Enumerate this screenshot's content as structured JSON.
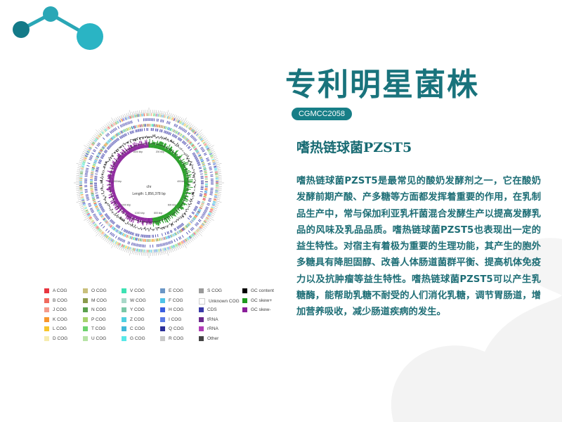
{
  "header": {
    "title": "专利明星菌株",
    "badge": "CGMCC2058"
  },
  "strain_name": "嗜热链球菌PZST5",
  "description": "嗜热链球菌PZST5是最常见的酸奶发酵剂之一，它在酸奶发酵前期产酸、产多糖等方面都发挥着重要的作用，在乳制品生产中，常与保加利亚乳杆菌混合发酵生产以提高发酵乳品的风味及乳品品质。嗜热链球菌PZST5也表现出一定的益生特性。对宿主有着极为重要的生理功能，其产生的胞外多糖具有降胆固醇、改善人体肠道菌群平衡、提高机体免疫力以及抗肿瘤等益生特性。嗜热链球菌PZST5可以产生乳糖酶，能帮助乳糖不耐受的人们消化乳糖，调节胃肠道，增加营养吸收，减少肠道疾病的发生。",
  "genome_map": {
    "center_label": "chr",
    "length_label": "Length: 1,856,378 bp",
    "scale_labels": [
      "1600 kbp",
      "200 kbp",
      "1400 kbp",
      "400 kbp",
      "1200 kbp",
      "600 kbp",
      "1000 kbp",
      "800 kbp"
    ]
  },
  "legend": {
    "columns": [
      [
        {
          "label": "A COG",
          "color": "#e8353f"
        },
        {
          "label": "B COG",
          "color": "#f06a5e"
        },
        {
          "label": "J COG",
          "color": "#f49a8a"
        },
        {
          "label": "K COG",
          "color": "#f7962c"
        },
        {
          "label": "L COG",
          "color": "#f7c52c"
        },
        {
          "label": "D COG",
          "color": "#f6ecb0"
        }
      ],
      [
        {
          "label": "O COG",
          "color": "#c9c07c"
        },
        {
          "label": "M COG",
          "color": "#8a9a4c"
        },
        {
          "label": "N COG",
          "color": "#5aa04e"
        },
        {
          "label": "P COG",
          "color": "#a7d26e"
        },
        {
          "label": "T COG",
          "color": "#6ed36e"
        },
        {
          "label": "U COG",
          "color": "#b7e3a6"
        }
      ],
      [
        {
          "label": "V COG",
          "color": "#3de2b3"
        },
        {
          "label": "W COG",
          "color": "#a8d8c8"
        },
        {
          "label": "Y COG",
          "color": "#7ac7a7"
        },
        {
          "label": "Z COG",
          "color": "#4fd0e0"
        },
        {
          "label": "C COG",
          "color": "#3fb8d8"
        },
        {
          "label": "G COG",
          "color": "#58e8e8"
        }
      ],
      [
        {
          "label": "E COG",
          "color": "#6b97c6"
        },
        {
          "label": "F COG",
          "color": "#4fc3e8"
        },
        {
          "label": "H COG",
          "color": "#3a5de0"
        },
        {
          "label": "I COG",
          "color": "#5a7ae6"
        },
        {
          "label": "Q COG",
          "color": "#2b2f98"
        },
        {
          "label": "R COG",
          "color": "#c9c9c9"
        }
      ],
      [
        {
          "label": "S COG",
          "color": "#9a9a9a"
        },
        {
          "label": "Unknown COG",
          "color": "#ffffff"
        },
        {
          "label": "CDS",
          "color": "#3a3aa8"
        },
        {
          "label": "tRNA",
          "color": "#6a2a8c"
        },
        {
          "label": "rRNA",
          "color": "#b03cb6"
        },
        {
          "label": "Other",
          "color": "#444444"
        }
      ],
      [
        {
          "label": "GC content",
          "color": "#000000"
        },
        {
          "label": "GC skew+",
          "color": "#1f9a1f"
        },
        {
          "label": "GC skew-",
          "color": "#8a1f9a"
        }
      ]
    ]
  },
  "colors": {
    "accent": "#19737c",
    "gc_content": "#000000",
    "gc_skew_pos": "#1f9a1f",
    "gc_skew_neg": "#8a1f9a"
  }
}
